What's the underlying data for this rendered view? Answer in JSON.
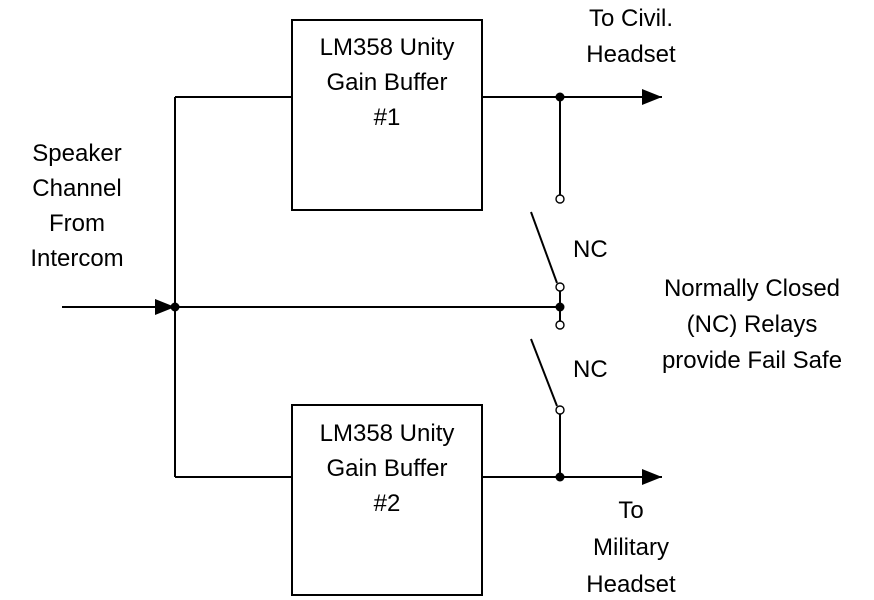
{
  "input_label": [
    "Speaker",
    "Channel",
    "From",
    "Intercom"
  ],
  "buffer_1": [
    "LM358 Unity",
    "Gain Buffer",
    "#1"
  ],
  "buffer_2": [
    "LM358 Unity",
    "Gain Buffer",
    "#2"
  ],
  "output_1": [
    "To Civil.",
    "Headset"
  ],
  "output_2": [
    "To",
    "Military",
    "Headset"
  ],
  "relay_top_label": "NC",
  "relay_bottom_label": "NC",
  "relay_note": [
    "Normally Closed",
    "(NC) Relays",
    "provide Fail Safe"
  ]
}
